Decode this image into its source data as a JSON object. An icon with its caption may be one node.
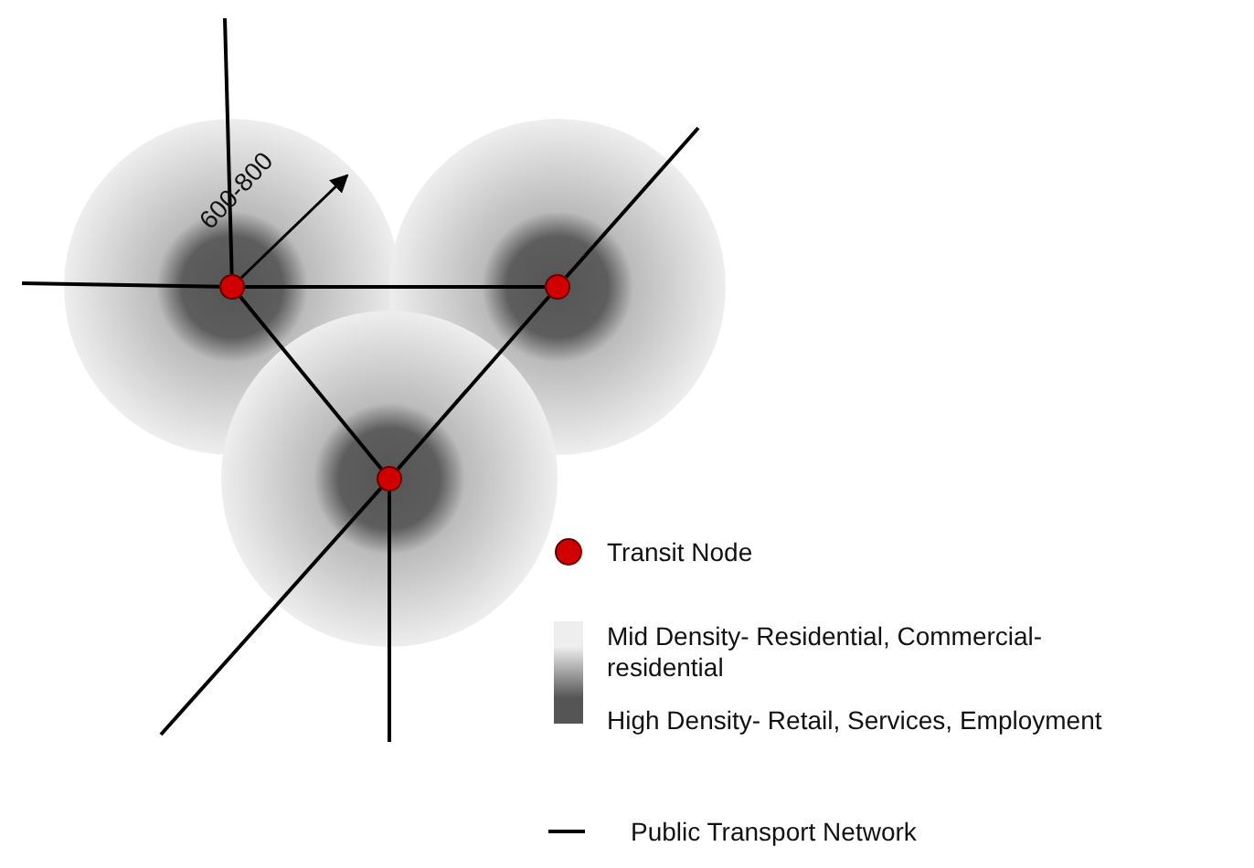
{
  "diagram": {
    "nodes": [
      {
        "text": [],
        "shape": "circle"
      },
      {
        "text": [],
        "shape": "circle"
      },
      {
        "text": [],
        "shape": "circle"
      }
    ],
    "edges": [
      {
        "from": 0,
        "to": null,
        "arrow": "none"
      },
      {
        "from": 0,
        "to": null,
        "arrow": "none"
      },
      {
        "from": 0,
        "to": 1,
        "arrow": "none"
      },
      {
        "from": 0,
        "to": 2,
        "arrow": "none"
      },
      {
        "from": 1,
        "to": null,
        "arrow": "none"
      },
      {
        "from": 1,
        "to": 2,
        "arrow": "none"
      },
      {
        "from": 2,
        "to": null,
        "arrow": "none"
      },
      {
        "from": 2,
        "to": null,
        "arrow": "none"
      }
    ],
    "labels": [
      "600-800"
    ],
    "legend": [
      {
        "text": "Transit Node"
      },
      {
        "text": "Mid Density- Residential, Commercial-residential",
        "color": "#eeeeee"
      },
      {
        "text": "High Density- Retail, Services, Employment",
        "color": "#555555"
      },
      {
        "text": "Public Transport Network"
      }
    ]
  }
}
